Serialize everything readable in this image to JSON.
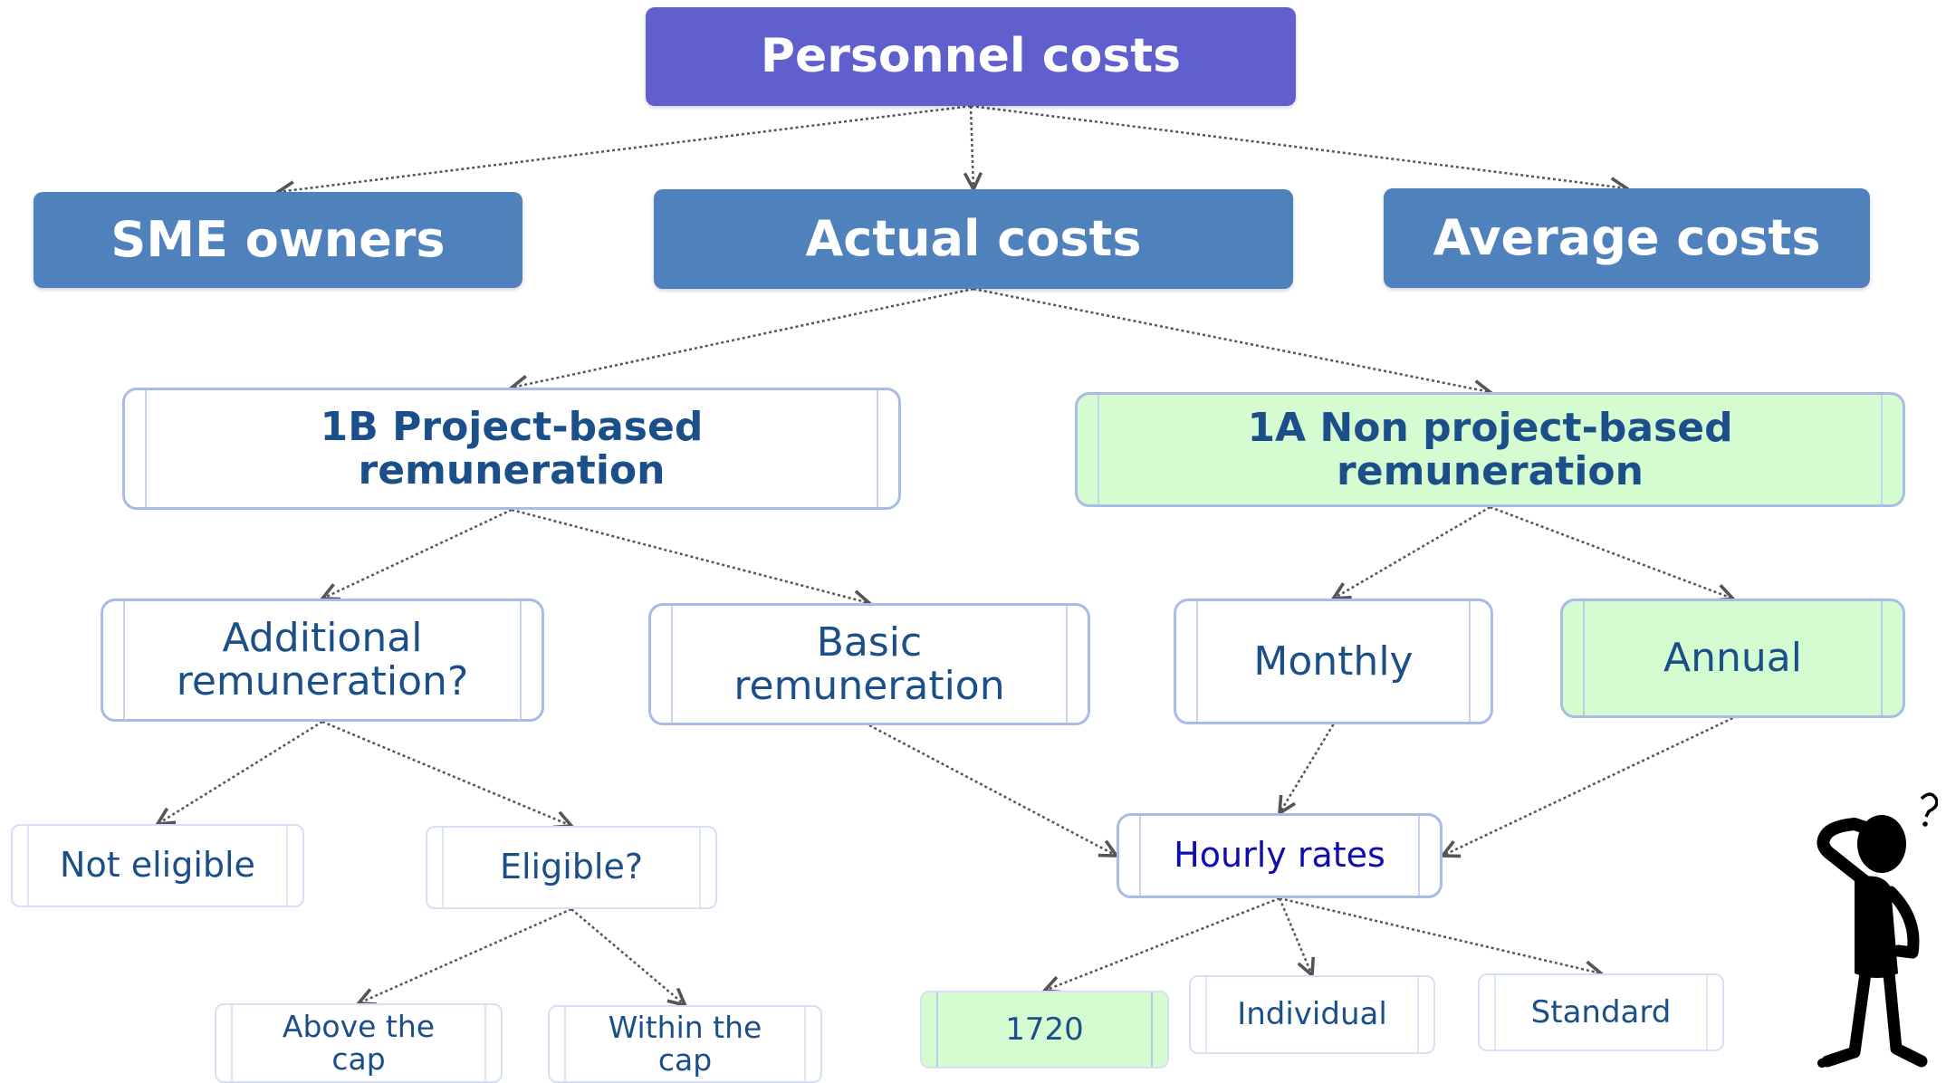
{
  "nodes": {
    "personnel_costs": "Personnel costs",
    "sme_owners": "SME owners",
    "actual_costs": "Actual costs",
    "average_costs": "Average costs",
    "project_based": "1B Project-based\nremuneration",
    "non_project_based": "1A Non project-based\nremuneration",
    "additional_remuneration": "Additional\nremuneration?",
    "basic_remuneration": "Basic\nremuneration",
    "monthly": "Monthly",
    "annual": "Annual",
    "not_eligible": "Not eligible",
    "eligible": "Eligible?",
    "hourly_rates": "Hourly rates",
    "above_cap": "Above the\ncap",
    "within_cap": "Within the\ncap",
    "h1720": "1720",
    "individual": "Individual",
    "standard": "Standard"
  },
  "colors": {
    "top_node": "#5f5fcd",
    "level1_nodes": "#4f81bd",
    "highlight_fill": "#d4fcd0",
    "outline_text": "#1a4f8a",
    "hourly_rates_text": "#0d0db0",
    "edge": "#555555"
  },
  "edges": [
    [
      "personnel_costs",
      "sme_owners"
    ],
    [
      "personnel_costs",
      "actual_costs"
    ],
    [
      "personnel_costs",
      "average_costs"
    ],
    [
      "actual_costs",
      "project_based"
    ],
    [
      "actual_costs",
      "non_project_based"
    ],
    [
      "project_based",
      "additional_remuneration"
    ],
    [
      "project_based",
      "basic_remuneration"
    ],
    [
      "non_project_based",
      "monthly"
    ],
    [
      "non_project_based",
      "annual"
    ],
    [
      "additional_remuneration",
      "not_eligible"
    ],
    [
      "additional_remuneration",
      "eligible"
    ],
    [
      "eligible",
      "above_cap"
    ],
    [
      "eligible",
      "within_cap"
    ],
    [
      "basic_remuneration",
      "hourly_rates"
    ],
    [
      "monthly",
      "hourly_rates"
    ],
    [
      "annual",
      "hourly_rates"
    ],
    [
      "hourly_rates",
      "h1720"
    ],
    [
      "hourly_rates",
      "individual"
    ],
    [
      "hourly_rates",
      "standard"
    ]
  ],
  "decorations": {
    "figure_icon": "thinking-person-icon",
    "edge_style": "dotted-arrow"
  }
}
